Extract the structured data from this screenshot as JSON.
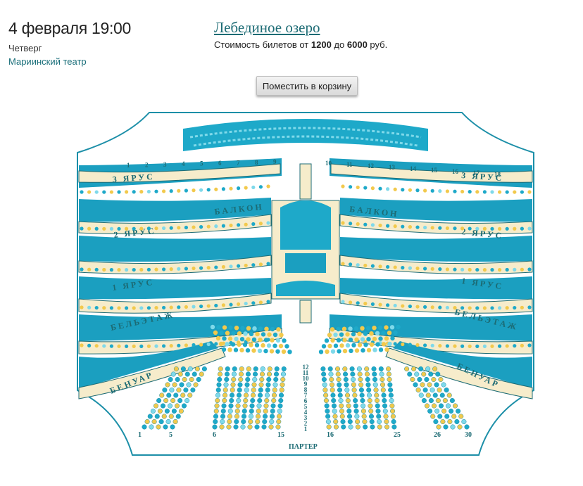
{
  "event": {
    "date": "4 февраля 19:00",
    "weekday": "Четверг",
    "venue": "Мариинский театр",
    "title": "Лебединое озеро",
    "price_prefix": "Стоимость билетов от",
    "price_min": "1200",
    "price_mid": "до",
    "price_max": "6000",
    "price_suffix": "руб."
  },
  "actions": {
    "add_to_cart": "Поместить в корзину"
  },
  "hall": {
    "tiers": [
      {
        "key": "yarus3",
        "left": "3 ЯРУС",
        "right": "3 ЯРУС"
      },
      {
        "key": "balkon",
        "left": "БАЛКОН",
        "right": "БАЛКОН"
      },
      {
        "key": "yarus2",
        "left": "2 ЯРУС",
        "right": "2 ЯРУС"
      },
      {
        "key": "yarus1",
        "left": "1 ЯРУС",
        "right": "1 ЯРУС"
      },
      {
        "key": "belietazh",
        "left": "БЕЛЬЭТАЖ",
        "right": "БЕЛЬЭТАЖ"
      },
      {
        "key": "benuar",
        "left": "БЕНУАР",
        "right": "БЕНУАР"
      }
    ],
    "parter_label": "ПАРТЕР",
    "parter_seat_numbers": [
      "1",
      "5",
      "6",
      "15",
      "16",
      "25",
      "26",
      "30"
    ],
    "parter_row_numbers": [
      "12",
      "11",
      "10",
      "9",
      "8",
      "7",
      "6",
      "5",
      "4",
      "3",
      "2",
      "1"
    ],
    "box_numbers_yarus3_left": [
      "1",
      "2",
      "3",
      "4",
      "5",
      "6",
      "7",
      "8",
      "9"
    ],
    "box_numbers_yarus3_right": [
      "10",
      "11",
      "12",
      "13",
      "14",
      "15",
      "16",
      "17",
      "18"
    ],
    "colors": {
      "frame": "#1c8fa8",
      "banner": "#f6eccb",
      "seat_free": "#f2c94c",
      "seat_busy": "#1ea9c9",
      "seat_light": "#7fd9ea",
      "curtain": "#1b9fc0"
    }
  }
}
